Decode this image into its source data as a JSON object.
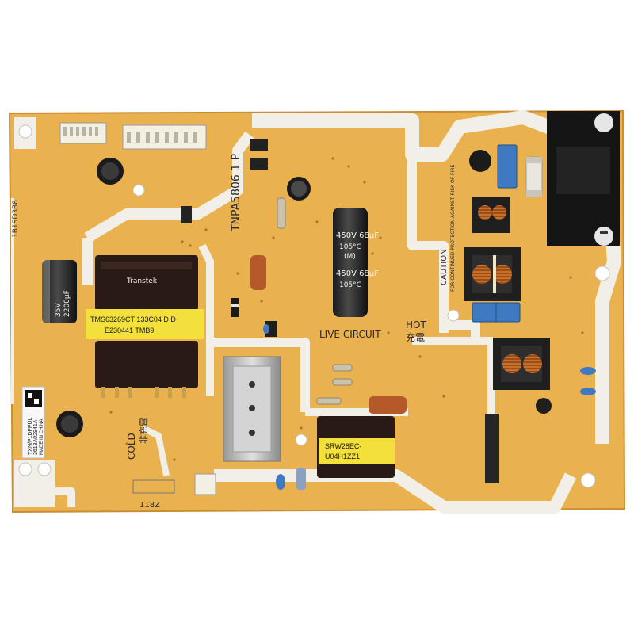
{
  "board": {
    "part_number": "TNPA5806 1 P",
    "live_circuit_label": "LIVE CIRCUIT",
    "hot_label": "HOT",
    "hot_cjk": "充電",
    "cold_label": "COLD",
    "cold_cjk": "非充電",
    "caution_label": "CAUTION",
    "caution_text": "FOR CONTINUED PROTECTION AGAINST RISK OF FIRE",
    "code_top_left": "1B1SD3B8",
    "board_edge_code": "118Z",
    "sticker_lines": [
      "TXN/P1DFPUL",
      "3613A02941A",
      "MADE IN CHINA"
    ]
  },
  "transformer_main": {
    "brand": "Transtek",
    "label_line1": "TMS63269CT  133C04  D  D",
    "label_line2": "E230441  TMB9"
  },
  "transformer_small": {
    "label_line1": "SRW28EC-",
    "label_line2": "U04H1ZZ1"
  },
  "capacitors": {
    "big_cap_line1": "450V 68μF",
    "big_cap_line2": "105°C",
    "big_cap_line3": "(M)",
    "left_cap_line1": "35V",
    "left_cap_line2": "2200μF"
  },
  "colors": {
    "pcb": "#e9b24f",
    "pcb_dark": "#d99a36",
    "silk_path": "#f2efe8",
    "transformer_label": "#f3e03a",
    "cap_blue": "#3f79c2",
    "choke": "#c86a2a"
  },
  "icons": [
    "connector-icon",
    "capacitor-icon",
    "transformer-icon",
    "choke-icon",
    "fuse-icon",
    "heatsink-icon",
    "barcode-icon"
  ]
}
